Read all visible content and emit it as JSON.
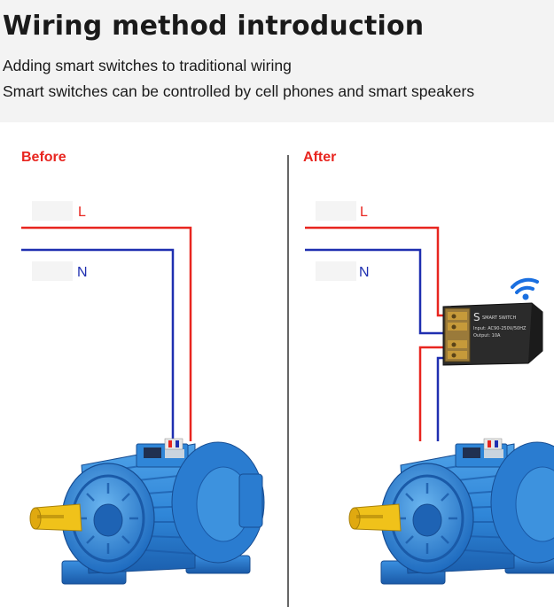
{
  "header": {
    "title": "Wiring method introduction",
    "subtitle_1": "Adding smart switches to traditional wiring",
    "subtitle_2": "Smart switches can be controlled by cell phones and smart speakers"
  },
  "panels": {
    "before": {
      "label": "Before",
      "wire_l": "L",
      "wire_n": "N"
    },
    "after": {
      "label": "After",
      "wire_l": "L",
      "wire_n": "N"
    }
  },
  "device": {
    "brand": "S",
    "text_1": "SMART SWITCH",
    "text_2": "Input: AC90-250V/50HZ",
    "text_3": "Output: 10A",
    "icon": "wifi-icon"
  },
  "colors": {
    "live_wire": "#e8251f",
    "neutral_wire": "#1f2fb0",
    "motor_blue": "#2f86d8",
    "device_body": "#2b2b2b",
    "header_bg": "#f3f3f3"
  }
}
